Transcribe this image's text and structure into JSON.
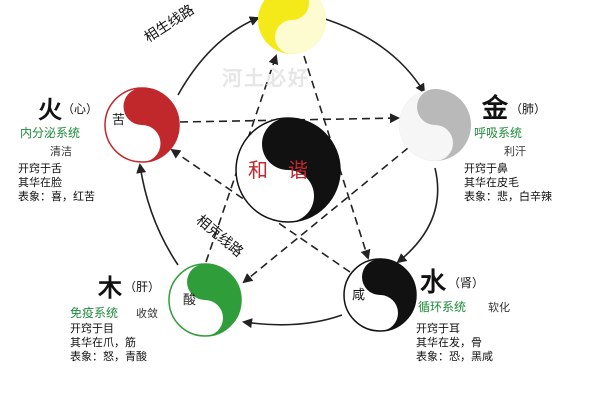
{
  "watermark": "河土必好",
  "center": {
    "text_left": "和",
    "text_right": "谐"
  },
  "routes": {
    "generating": "相生线路",
    "restraining": "相克线路"
  },
  "elements": {
    "fire": {
      "label": "火",
      "organ": "（心）",
      "system": "内分泌系统",
      "extra": "清洁",
      "taste": "苦",
      "color": "#c0282c",
      "lines": [
        "开窍于舌",
        "其华在脸",
        "表象：喜，红苦"
      ]
    },
    "metal": {
      "label": "金",
      "organ": "（肺）",
      "system": "呼吸系统",
      "extra": "利汗",
      "taste": "",
      "color": "#b5b5b5",
      "lines": [
        "开窍于鼻",
        "其华在皮毛",
        "表象：悲，白辛辣"
      ]
    },
    "water": {
      "label": "水",
      "organ": "（肾）",
      "system": "循环系统",
      "extra": "软化",
      "taste": "咸",
      "color": "#111111",
      "lines": [
        "开窍于耳",
        "其华在发，骨",
        "表象：恐，黑咸"
      ]
    },
    "wood": {
      "label": "木",
      "organ": "（肝）",
      "system": "免疫系统",
      "extra": "收敛",
      "taste": "酸",
      "color": "#2f9e3a",
      "lines": [
        "开窍于目",
        "其华在爪，筋",
        "表象：怒，青酸"
      ]
    },
    "earth": {
      "color": "#f2e600"
    }
  }
}
